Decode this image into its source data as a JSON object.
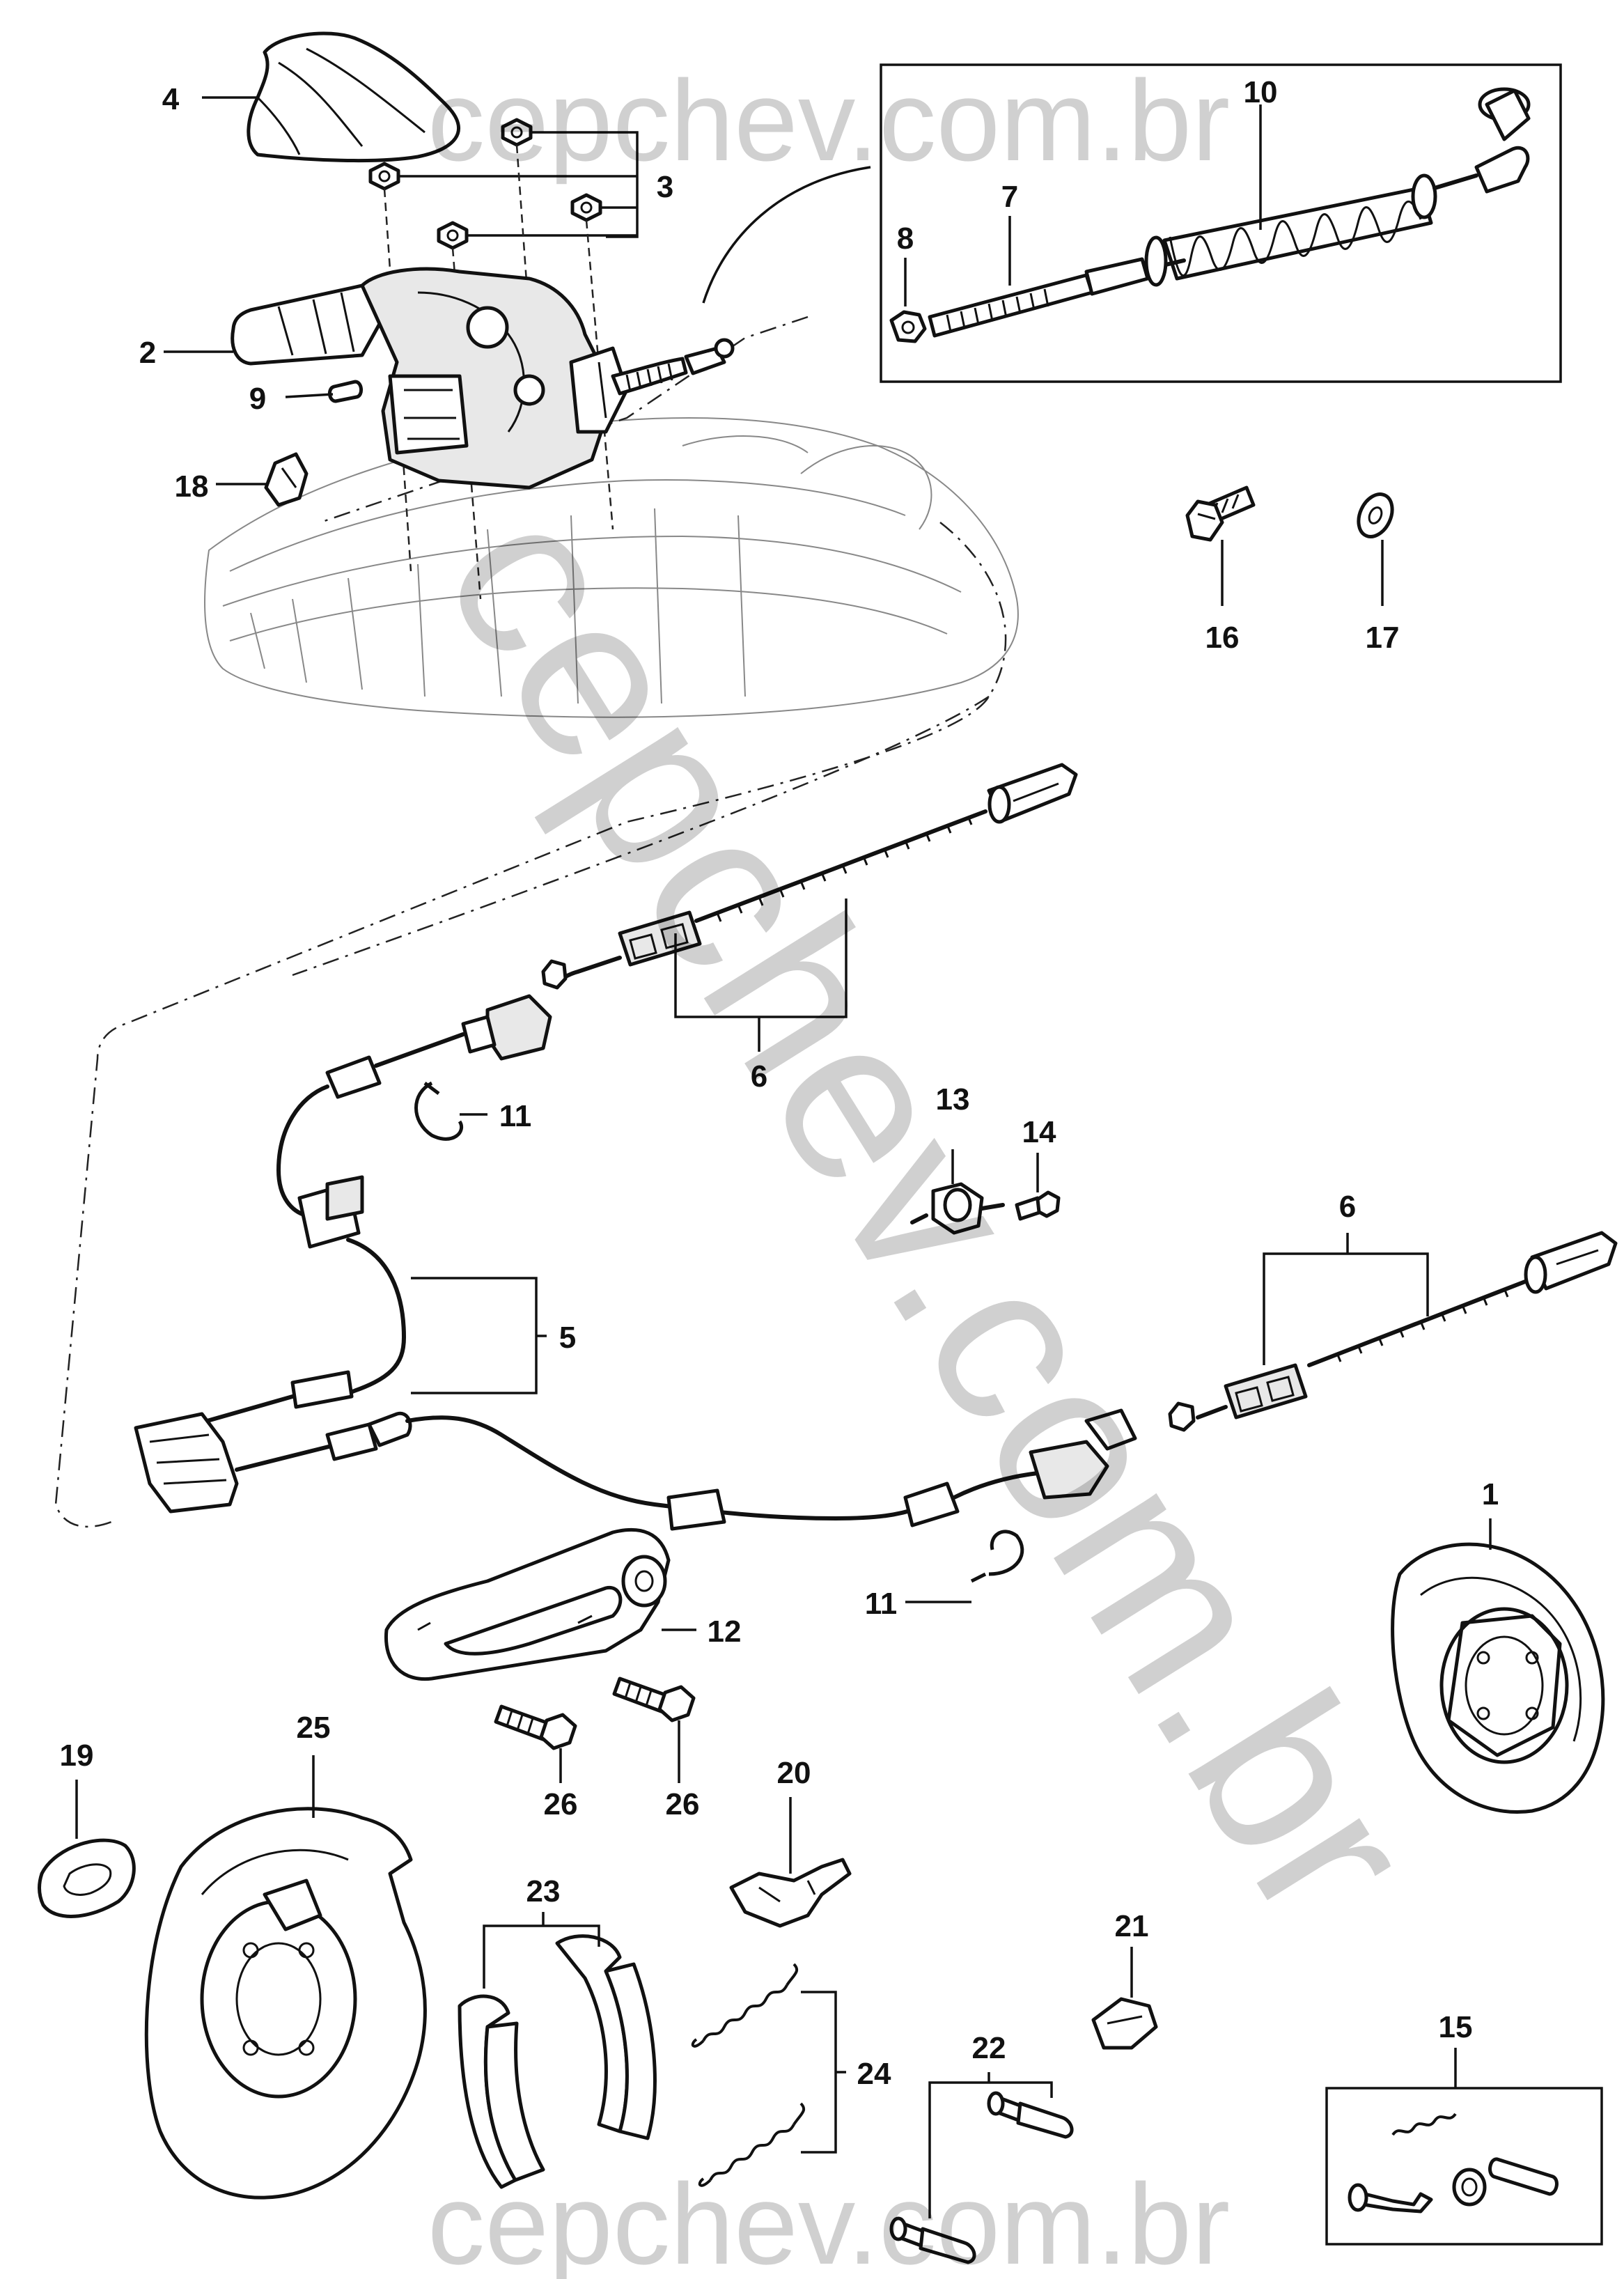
{
  "watermark": {
    "text": "cepchev.com.br"
  },
  "callouts": {
    "c1": "1",
    "c2": "2",
    "c3": "3",
    "c4": "4",
    "c5": "5",
    "c6a": "6",
    "c6b": "6",
    "c7": "7",
    "c8": "8",
    "c9": "9",
    "c10": "10",
    "c11a": "11",
    "c11b": "11",
    "c12": "12",
    "c13": "13",
    "c14": "14",
    "c15": "15",
    "c16": "16",
    "c17": "17",
    "c18": "18",
    "c19": "19",
    "c20": "20",
    "c21": "21",
    "c22": "22",
    "c23": "23",
    "c24": "24",
    "c25": "25",
    "c26a": "26",
    "c26b": "26"
  }
}
